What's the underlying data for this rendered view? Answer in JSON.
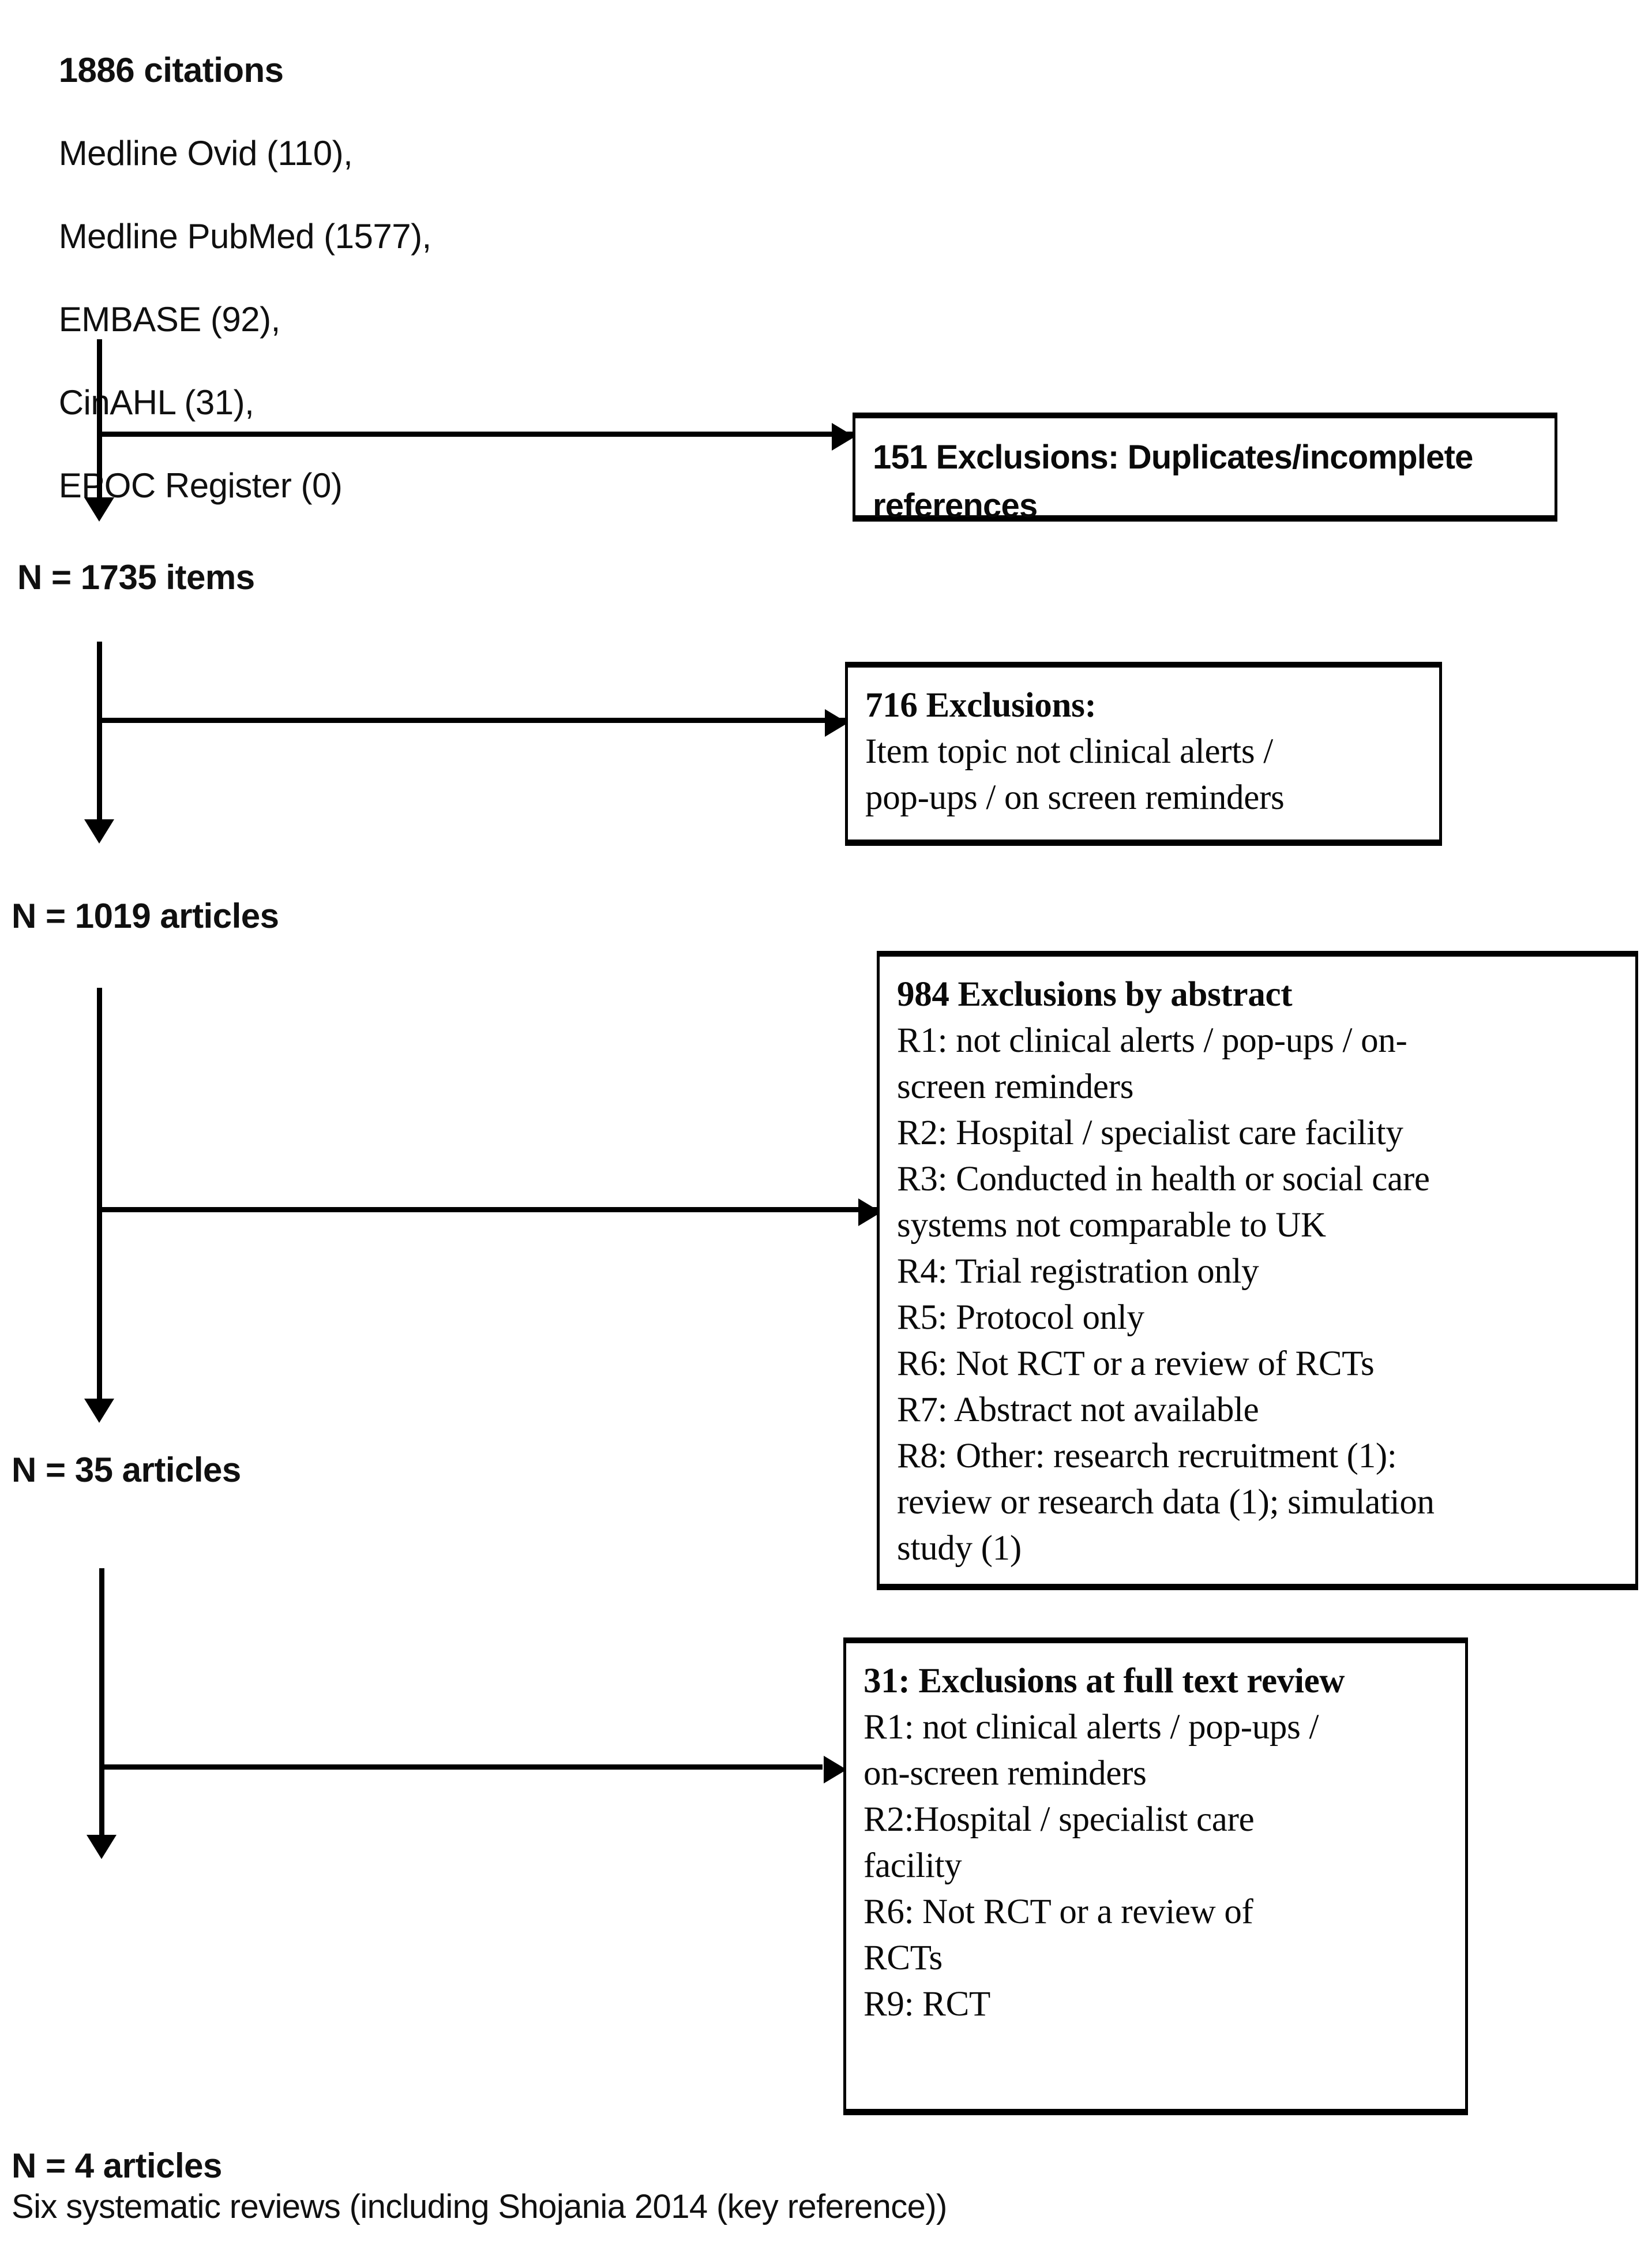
{
  "diagram": {
    "title": "PRISMA study selection flow diagram",
    "type": "prisma-flow",
    "source_box": {
      "total": "1886 citations",
      "sources": [
        "Medline Ovid (110),",
        "Medline PubMed (1577),",
        "EMBASE (92),",
        "CinAHL (31),",
        "EPOC Register (0)"
      ]
    },
    "stages": [
      {
        "id": "stage-1",
        "label": "N = 1735 items"
      },
      {
        "id": "stage-2",
        "label": "N = 1019 articles"
      },
      {
        "id": "stage-3",
        "label": "N = 35 articles"
      },
      {
        "id": "stage-4",
        "label": "N = 4 articles"
      }
    ],
    "final_note": "Six systematic reviews (including Shojania 2014 (key reference))",
    "exclusions": [
      {
        "id": "exclusion-1",
        "style": "sans-bold",
        "lines": [
          "151 Exclusions: Duplicates/incomplete",
          "references"
        ]
      },
      {
        "id": "exclusion-2",
        "style": "serif",
        "heading": "716 Exclusions:",
        "lines": [
          "Item topic not clinical alerts /",
          "pop-ups / on screen reminders"
        ]
      },
      {
        "id": "exclusion-3",
        "style": "serif",
        "heading": "984 Exclusions by abstract",
        "lines": [
          "R1: not clinical alerts / pop-ups / on-",
          "screen reminders",
          "R2: Hospital / specialist care facility",
          "R3: Conducted in health or social care",
          "systems not comparable to UK",
          "R4: Trial registration only",
          "R5: Protocol only",
          "R6: Not RCT or a review of RCTs",
          "R7: Abstract not available",
          "R8: Other: research recruitment (1):",
          "review or research data (1); simulation",
          "study (1)"
        ]
      },
      {
        "id": "exclusion-4",
        "style": "serif",
        "heading": "31: Exclusions at full text review",
        "lines": [
          "R1: not clinical alerts / pop-ups /",
          "on-screen reminders",
          "R2:Hospital / specialist care",
          "facility",
          "R6: Not RCT or a review of",
          "RCTs",
          "R9: RCT"
        ]
      }
    ],
    "colors": {
      "ink": "#000000",
      "background": "#ffffff"
    }
  }
}
